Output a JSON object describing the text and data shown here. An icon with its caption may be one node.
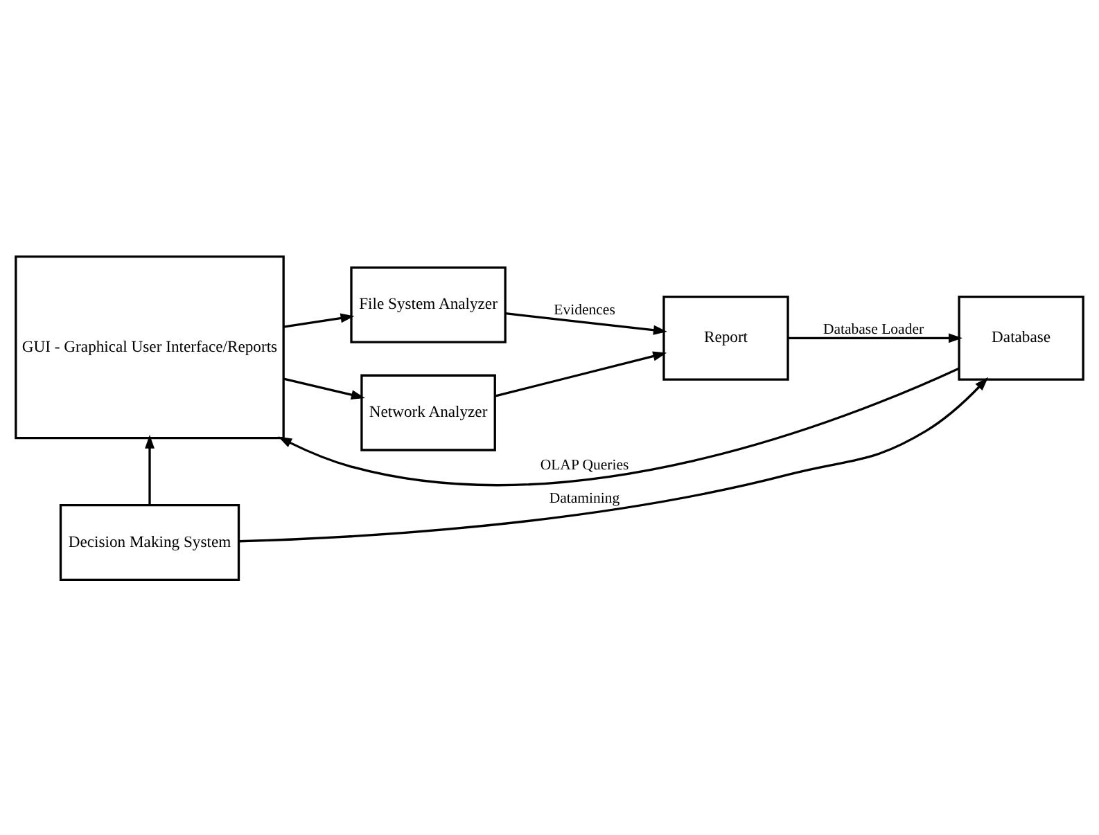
{
  "diagram": {
    "nodes": [
      {
        "text": [
          "GUI - Graphical User Interface/Reports"
        ]
      },
      {
        "text": [
          "File System Analyzer"
        ]
      },
      {
        "text": [
          "Network Analyzer"
        ]
      },
      {
        "text": [
          "Report"
        ]
      },
      {
        "text": [
          "Database"
        ]
      },
      {
        "text": [
          "Decision Making System"
        ]
      }
    ],
    "edges": [
      {
        "from": 0,
        "to": 1,
        "arrow": "to"
      },
      {
        "from": 0,
        "to": 2,
        "arrow": "to"
      },
      {
        "from": 1,
        "to": 3,
        "arrow": "to",
        "label": "Evidences"
      },
      {
        "from": 2,
        "to": 3,
        "arrow": "to"
      },
      {
        "from": 3,
        "to": 4,
        "arrow": "to",
        "label": "Database Loader"
      },
      {
        "from": 5,
        "to": 4,
        "arrow": "to",
        "label": "Datamining"
      },
      {
        "from": 5,
        "to": 0,
        "arrow": "to"
      },
      {
        "from": 4,
        "to": 0,
        "arrow": "to",
        "label": "OLAP Queries"
      }
    ]
  }
}
